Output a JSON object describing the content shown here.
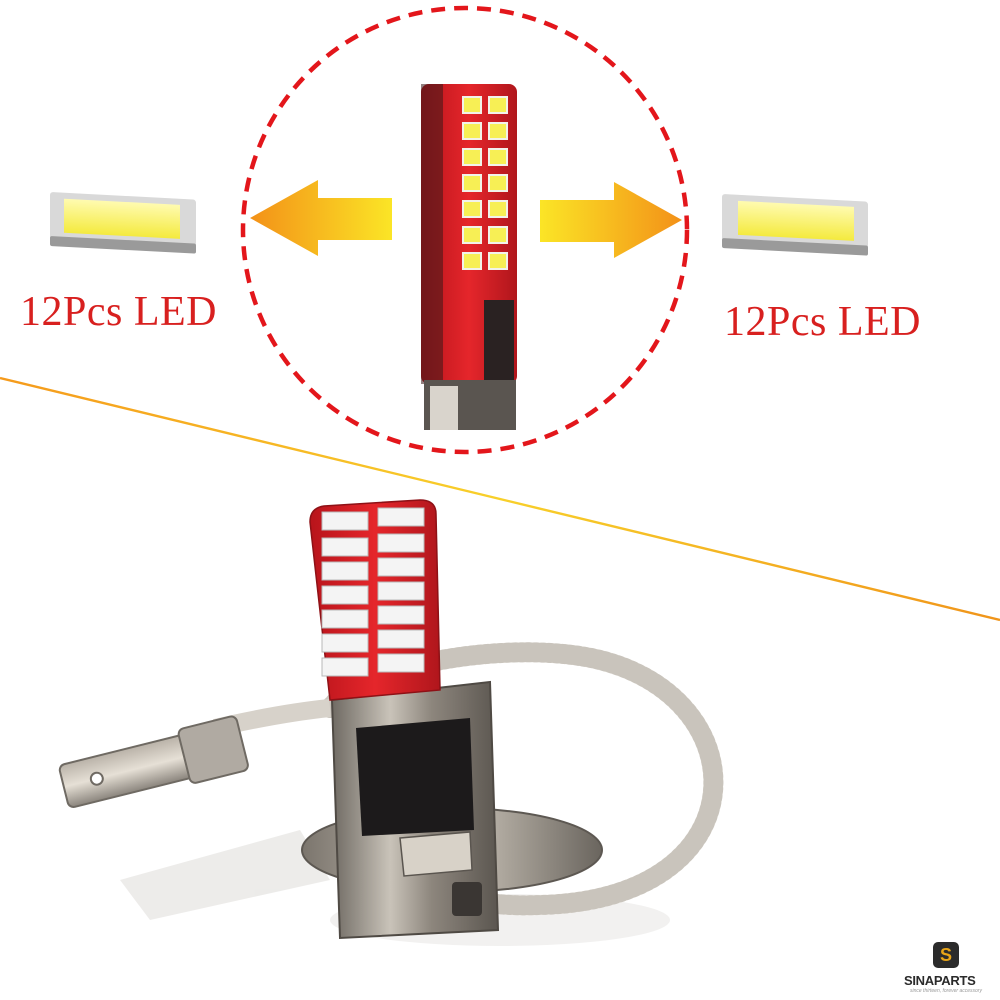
{
  "captions": {
    "left": "12Pcs LED",
    "right": "12Pcs LED"
  },
  "brand": {
    "badge_letter": "S",
    "name": "SINAPARTS",
    "tagline": "since thirteen, forever accessory"
  },
  "colors": {
    "caption_red": "#d8201f",
    "dashed_circle": "#e3161b",
    "arrow_orange": "#f7a21c",
    "arrow_yellow": "#fbe21a",
    "led_yellow": "#fff45e",
    "pcb_red": "#e01e26",
    "divider_line": "#f3b51c",
    "brand_dark": "#2b2b2b",
    "brand_gold": "#e8a417"
  },
  "icons": {
    "left_led_chip": "led-chip-icon",
    "right_led_chip": "led-chip-icon",
    "left_arrow": "arrow-left-icon",
    "right_arrow": "arrow-right-icon",
    "brand_badge": "sinaparts-logo-icon"
  }
}
